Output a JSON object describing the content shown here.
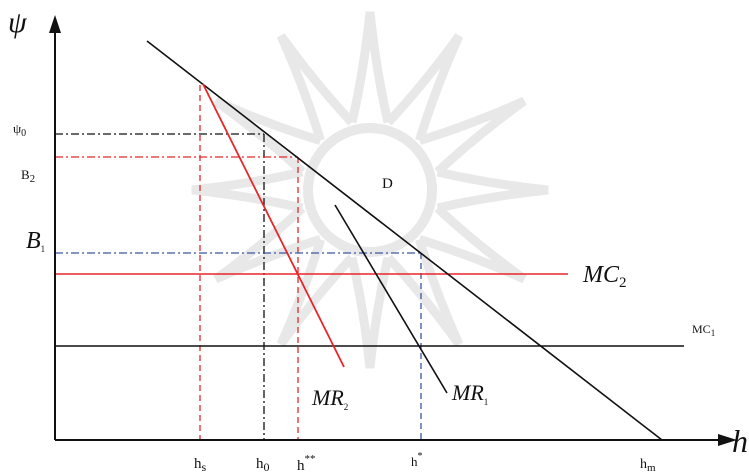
{
  "axes": {
    "y_label": "ψ",
    "x_label": "h"
  },
  "y_ticks": {
    "psi0": {
      "base": "ψ",
      "sub": "0"
    },
    "b2": {
      "base": "B",
      "sub": "2"
    },
    "b1": {
      "base": "B",
      "sub": "1"
    }
  },
  "x_ticks": {
    "hs": {
      "base": "h",
      "sub": "s"
    },
    "h0": {
      "base": "h",
      "sub": "0"
    },
    "hss": {
      "base": "h",
      "sup": "**"
    },
    "hstar": {
      "base": "h",
      "sup": "*"
    },
    "hm": {
      "base": "h",
      "sub": "m"
    }
  },
  "curves": {
    "demand": {
      "label": "D"
    },
    "mc1": {
      "base": "MC",
      "sub": "1"
    },
    "mc2": {
      "base": "MC",
      "sub": "2"
    },
    "mr1": {
      "base": "MR",
      "sub": "1"
    },
    "mr2": {
      "base": "MR",
      "sub": "2"
    }
  },
  "colors": {
    "black": "#111111",
    "red": "#e8262a",
    "blue": "#3a55a8",
    "watermark": "#d9d9d9"
  }
}
